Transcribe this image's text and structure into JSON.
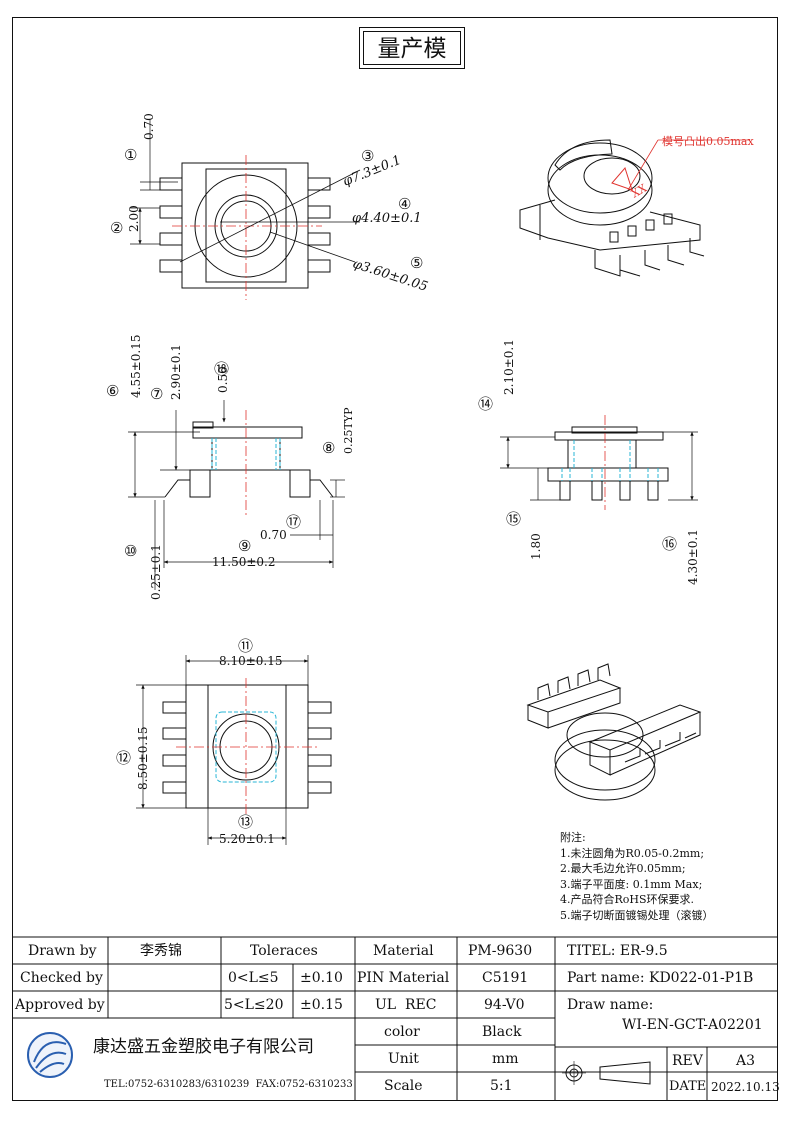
{
  "header": {
    "title": "量产模"
  },
  "annotation": "模号凸出0.05max",
  "dimensions": {
    "d1": "0.70",
    "d2": "2.00",
    "d3": "φ7.3±0.1",
    "d4": "φ4.40±0.1",
    "d5": "φ3.60±0.05",
    "d6": "4.55±0.15",
    "d7": "2.90±0.1",
    "d8": "0.25TYP",
    "d9": "11.50±0.2",
    "d10": "0.25±0.1",
    "d11": "8.10±0.15",
    "d12": "8.50±0.15",
    "d13": "5.20±0.1",
    "d14": "2.10±0.1",
    "d15": "1.80",
    "d16": "4.30±0.1",
    "d17": "0.70",
    "d18": "0.50"
  },
  "balloons": [
    "①",
    "②",
    "③",
    "④",
    "⑤",
    "⑥",
    "⑦",
    "⑧",
    "⑨",
    "⑩",
    "⑪",
    "⑫",
    "⑬",
    "⑭",
    "⑮",
    "⑯",
    "⑰",
    "⑱"
  ],
  "notes": {
    "heading": "附注:",
    "items": [
      "1.未注圆角为R0.05-0.2mm;",
      "2.最大毛边允许0.05mm;",
      "3.端子平面度: 0.1mm Max;",
      "4.产品符合RoHS环保要求.",
      "5.端子切断面镀锡处理（滚镀）"
    ]
  },
  "title_block": {
    "drawn_by_label": "Drawn by",
    "drawn_by_value": "李秀锦",
    "checked_by_label": "Checked by",
    "approved_by_label": "Approved by",
    "tolerances_label": "Toleraces",
    "tol_range_1": "0<L≤5",
    "tol_value_1": "±0.10",
    "tol_range_2": "5<L≤20",
    "tol_value_2": "±0.15",
    "material_label": "Material",
    "material_value": "PM-9630",
    "pin_material_label": "PIN Material",
    "pin_material_value": "C5191",
    "ul_label": "UL  REC",
    "ul_value": "94-V0",
    "color_label": "color",
    "color_value": "Black",
    "unit_label": "Unit",
    "unit_value": "mm",
    "scale_label": "Scale",
    "scale_value": "5:1",
    "title_label": "TITEL: ER-9.5",
    "part_name": "Part name: KD022-01-P1B",
    "draw_name_label": "Draw name:",
    "draw_name_value": "WI-EN-GCT-A02201",
    "rev_label": "REV",
    "rev_value": "A3",
    "date_label": "DATE",
    "date_value": "2022.10.13",
    "company_name": "康达盛五金塑胶电子有限公司",
    "company_contact": "TEL:0752-6310283/6310239  FAX:0752-6310233"
  },
  "colors": {
    "line": "#111111",
    "center": "#e0342f",
    "hidden": "#29b6d6",
    "logo": "#2a5fb0"
  }
}
